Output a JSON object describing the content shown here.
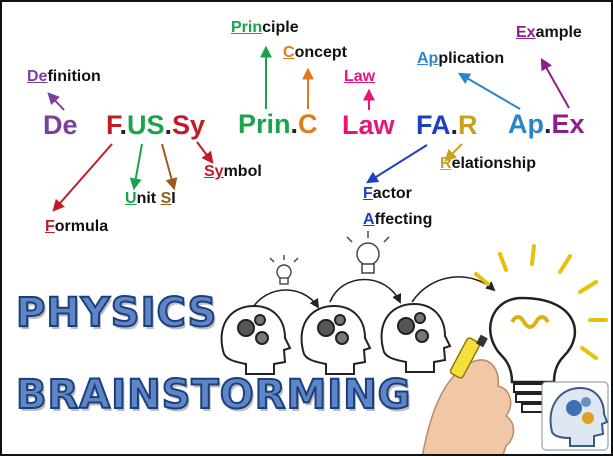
{
  "colors": {
    "purple": "#7b3fa0",
    "red": "#c01c28",
    "green": "#1aa34a",
    "brown": "#9a5b1e",
    "orange": "#e07b1b",
    "pink": "#e5157a",
    "blue": "#1f3fbf",
    "gold": "#c9a21a",
    "teal": "#2a86c9",
    "magenta": "#8e1e8e",
    "headline_fill": "#5e86c7",
    "headline_stroke": "#1b3f7d"
  },
  "abbr": {
    "de": "De",
    "fussy_f": "F",
    "fussy_dot1": ".",
    "fussy_us": "US",
    "fussy_dot2": ".",
    "fussy_sy": "Sy",
    "prin": "Prin",
    "prin_dot": ".",
    "prin_c": "C",
    "law": "Law",
    "far_fa": "FA",
    "far_dot": ".",
    "far_r": "R",
    "apex_ap": "Ap",
    "apex_dot": ".",
    "apex_ex": "Ex"
  },
  "labels": {
    "definition_hi": "De",
    "definition_rest": "finition",
    "formula_hi": "F",
    "formula_rest": "ormula",
    "unit_hi": "U",
    "unit_rest": "nit ",
    "si_hi": "S",
    "si_rest": "I",
    "symbol_hi": "Sy",
    "symbol_rest": "mbol",
    "principle_hi": "Prin",
    "principle_rest": "ciple",
    "concept_hi": "C",
    "concept_rest": "oncept",
    "law_label": "Law",
    "application_hi": "Ap",
    "application_rest": "plication",
    "example_hi": "Ex",
    "example_rest": "ample",
    "relationship_hi": "R",
    "relationship_rest": "elationship",
    "factor_hi": "F",
    "factor_rest": "actor",
    "affecting_hi": "A",
    "affecting_rest": "ffecting"
  },
  "headline": {
    "line1": "PHYSICS",
    "line2": "BRAINSTORMING"
  },
  "illustration": {
    "icons": [
      "head-gears-icon",
      "head-gears-icon",
      "head-gears-icon",
      "small-bulb-icon",
      "small-bulb-icon",
      "large-light-bulb-icon",
      "hand-with-marker-icon",
      "head-gears-badge-icon"
    ]
  }
}
